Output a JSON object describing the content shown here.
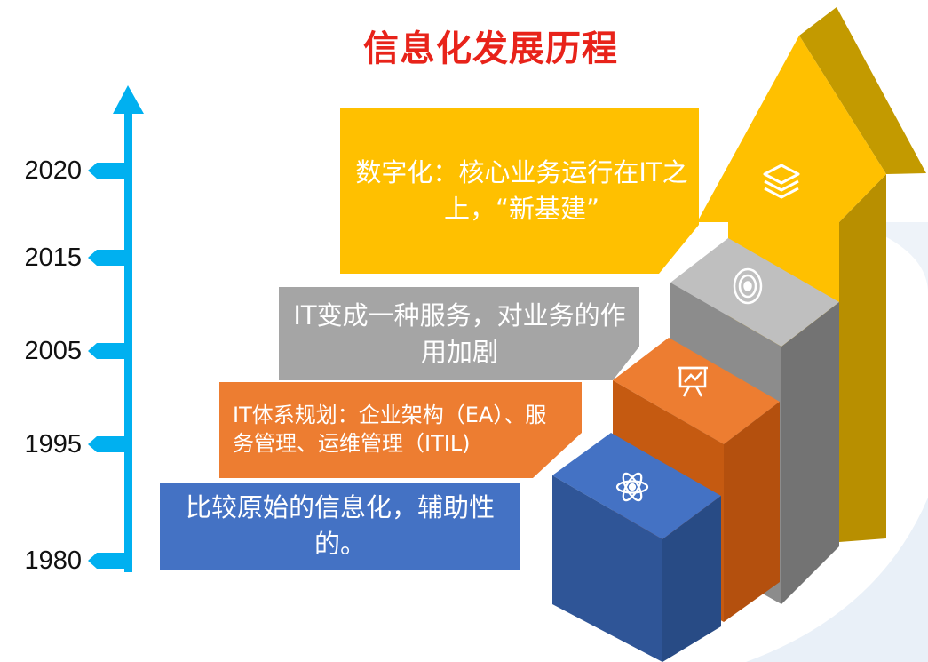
{
  "title": "信息化发展历程",
  "timeline": {
    "years": [
      "2020",
      "2015",
      "2005",
      "1995",
      "1980"
    ]
  },
  "stages": [
    {
      "label": "比较原始的信息化，辅助性的。",
      "icon": "atom-icon",
      "color": "#4472c4"
    },
    {
      "label": "IT体系规划：企业架构（EA）、服务管理、运维管理（ITIL)",
      "icon": "presentation-board-icon",
      "color": "#ed7d31"
    },
    {
      "label": "IT变成一种服务，对业务的作用加剧",
      "icon": "target-icon",
      "color": "#a5a5a5"
    },
    {
      "label": "数字化：核心业务运行在IT之上，“新基建”",
      "icon": "layers-icon",
      "color": "#ffc000"
    }
  ],
  "colors": {
    "title": "#e8231a",
    "timeline": "#00b0f0"
  }
}
